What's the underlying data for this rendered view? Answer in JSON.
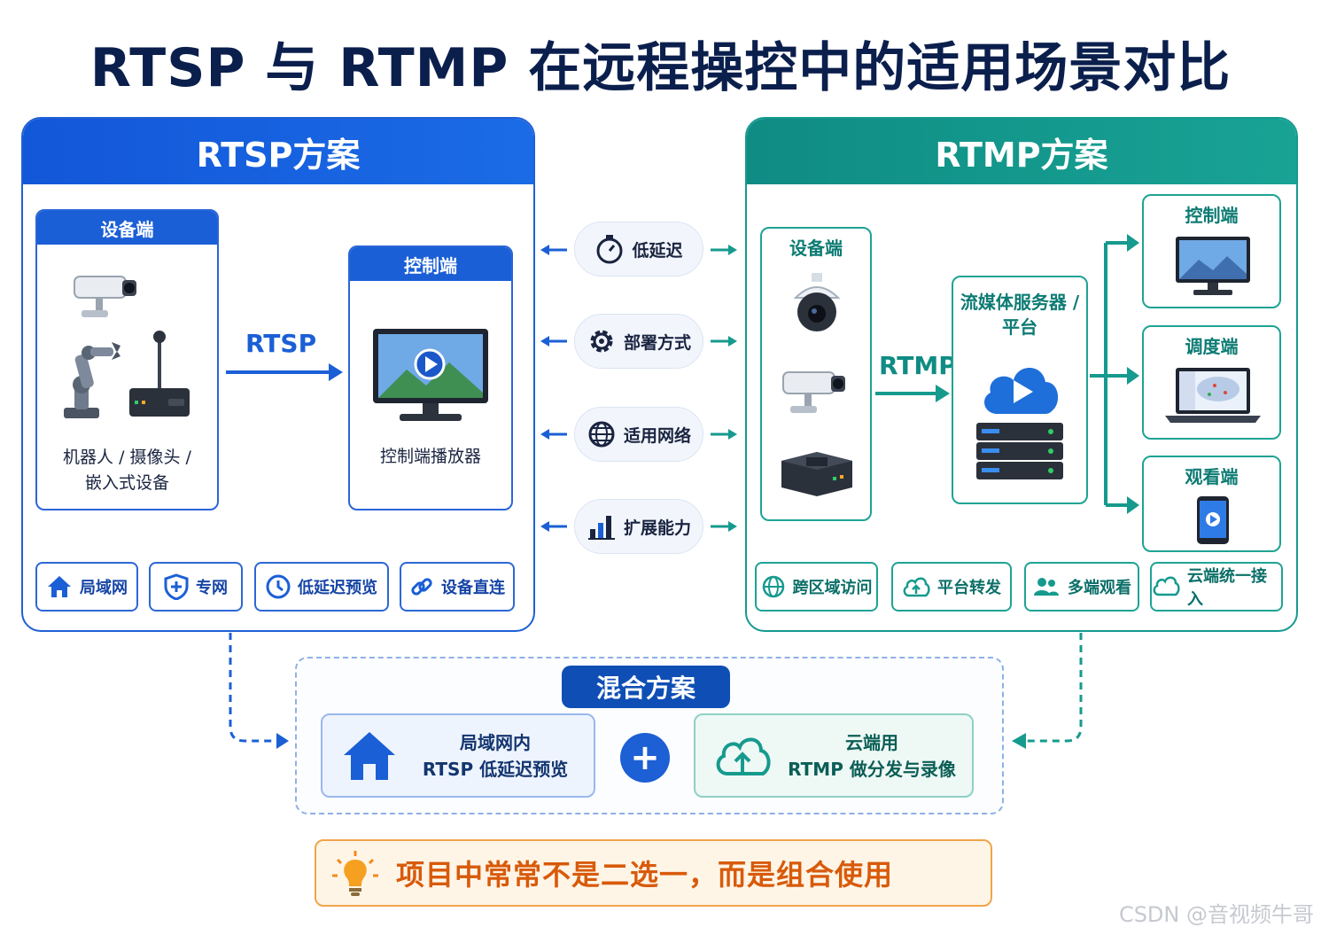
{
  "title": "RTSP 与 RTMP 在远程操控中的适用场景对比",
  "rtsp": {
    "header": "RTSP方案",
    "device": {
      "header": "设备端",
      "caption_line1": "机器人 / 摄像头 /",
      "caption_line2": "嵌入式设备"
    },
    "protocol": "RTSP",
    "control": {
      "header": "控制端",
      "caption": "控制端播放器"
    },
    "tags": [
      "局域网",
      "专网",
      "低延迟预览",
      "设备直连"
    ]
  },
  "compare": [
    "低延迟",
    "部署方式",
    "适用网络",
    "扩展能力"
  ],
  "rtmp": {
    "header": "RTMP方案",
    "device": {
      "header": "设备端"
    },
    "protocol": "RTMP",
    "server": {
      "line1": "流媒体服务器 /",
      "line2": "平台"
    },
    "outputs": [
      "控制端",
      "调度端",
      "观看端"
    ],
    "tags": [
      "跨区域访问",
      "平台转发",
      "多端观看",
      "云端统一接入"
    ]
  },
  "hybrid": {
    "badge": "混合方案",
    "left_line1": "局域网内",
    "left_line2": "RTSP 低延迟预览",
    "plus": "+",
    "right_line1": "云端用",
    "right_line2": "RTMP 做分发与录像"
  },
  "tip": "项目中常常不是二选一，而是组合使用",
  "watermark": "CSDN @音视频牛哥",
  "colors": {
    "rtsp": "#1b5fd6",
    "rtmp": "#169a8e",
    "tip": "#d85a0a"
  }
}
